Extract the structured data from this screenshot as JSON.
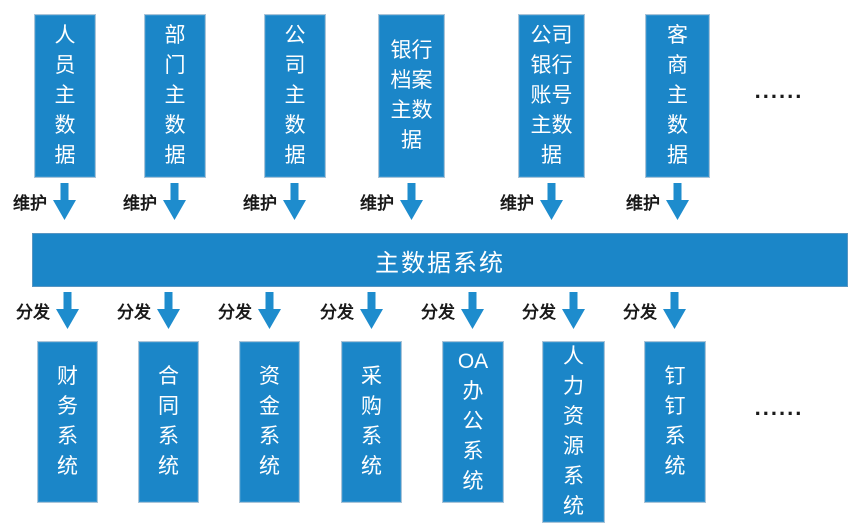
{
  "diagram": {
    "maintain_label": "维护",
    "distribute_label": "分发",
    "ellipsis": "......",
    "hub": {
      "label": "主数据系统"
    },
    "source_systems": [
      {
        "label": "人员主数据",
        "lines": [
          "人",
          "员",
          "主",
          "数",
          "据"
        ]
      },
      {
        "label": "部门主数据",
        "lines": [
          "部",
          "门",
          "主",
          "数",
          "据"
        ]
      },
      {
        "label": "公司主数据",
        "lines": [
          "公",
          "司",
          "主",
          "数",
          "据"
        ]
      },
      {
        "label": "银行档案主数据",
        "lines": [
          "银行",
          "档案",
          "主数",
          "据"
        ]
      },
      {
        "label": "公司银行账号主数据",
        "lines": [
          "公司",
          "银行",
          "账号",
          "主数",
          "据"
        ]
      },
      {
        "label": "客商主数据",
        "lines": [
          "客",
          "商",
          "主",
          "数",
          "据"
        ]
      }
    ],
    "target_systems": [
      {
        "label": "财务系统",
        "lines": [
          "财",
          "务",
          "系",
          "统"
        ]
      },
      {
        "label": "合同系统",
        "lines": [
          "合",
          "同",
          "系",
          "统"
        ]
      },
      {
        "label": "资金系统",
        "lines": [
          "资",
          "金",
          "系",
          "统"
        ]
      },
      {
        "label": "采购系统",
        "lines": [
          "采",
          "购",
          "系",
          "统"
        ]
      },
      {
        "label": "OA办公系统",
        "lines": [
          "OA",
          "办",
          "公",
          "系",
          "统"
        ]
      },
      {
        "label": "人力资源系统",
        "lines": [
          "人",
          "力",
          "资",
          "源",
          "系",
          "统"
        ]
      },
      {
        "label": "钉钉系统",
        "lines": [
          "钉",
          "钉",
          "系",
          "统"
        ]
      }
    ],
    "colors": {
      "box_fill": "#1b86c8",
      "box_border": "#aac4d8",
      "hub_border": "#5795c2",
      "arrow_fill": "#1e8ccd",
      "label_text": "#1a1a1a",
      "box_text": "#ffffff",
      "background": "#ffffff"
    }
  }
}
